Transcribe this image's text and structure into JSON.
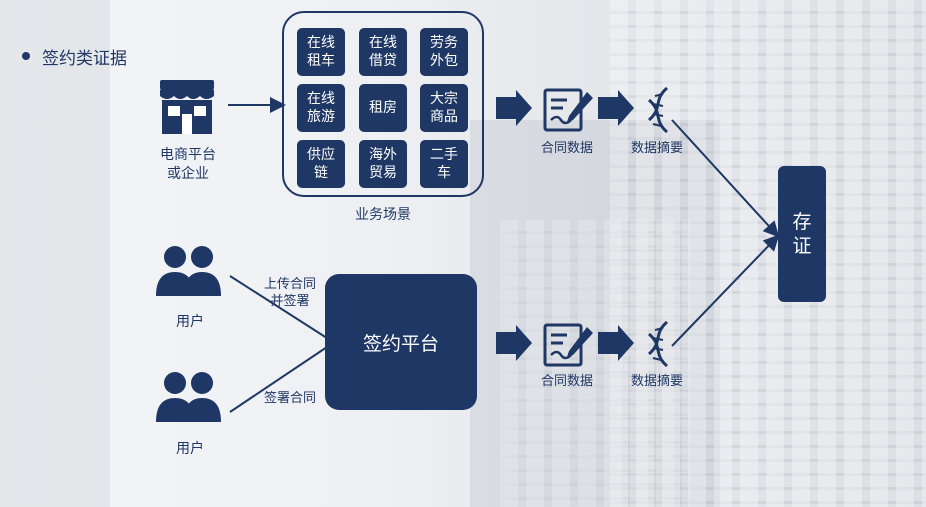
{
  "section_title": "签约类证据",
  "colors": {
    "primary": "#1f3764",
    "tile_text": "#ffffff"
  },
  "ecommerce": {
    "label": "电商平台\n或企业",
    "icon": "shop-building-icon"
  },
  "scenarios": {
    "caption": "业务场景",
    "tiles": [
      "在线\n租车",
      "在线\n借贷",
      "劳务\n外包",
      "在线\n旅游",
      "租房",
      "大宗\n商品",
      "供应\n链",
      "海外\n贸易",
      "二手\n车"
    ]
  },
  "upper_flow": {
    "contract_label": "合同数据",
    "digest_label": "数据摘要"
  },
  "lower_flow": {
    "contract_label": "合同数据",
    "digest_label": "数据摘要"
  },
  "users": [
    {
      "label": "用户",
      "icon": "users-icon"
    },
    {
      "label": "用户",
      "icon": "users-icon"
    }
  ],
  "edges": {
    "upload_sign": "上传合同\n并签署",
    "sign_contract": "签署合同"
  },
  "platform_label": "签约平台",
  "store_label": "存\n证"
}
